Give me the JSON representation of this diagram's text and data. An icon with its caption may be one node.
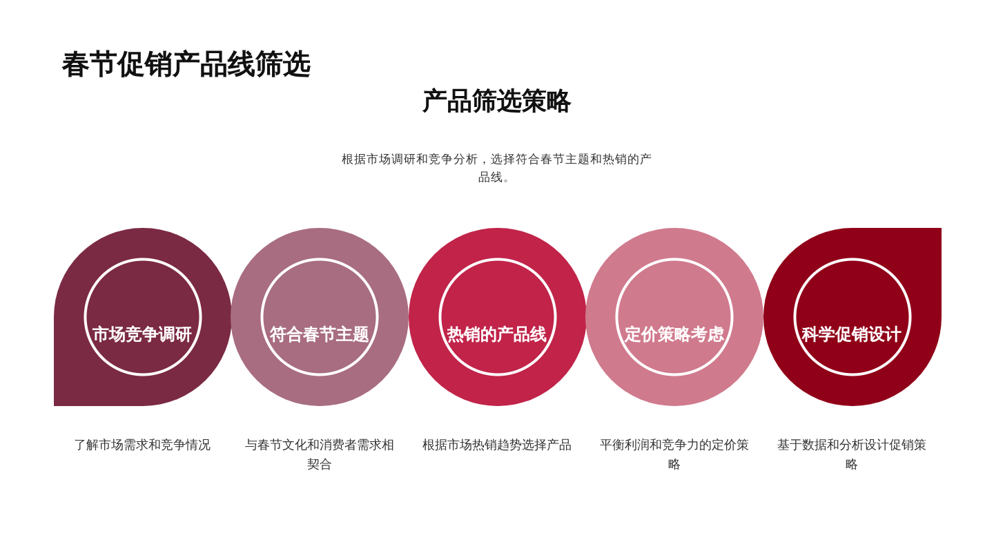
{
  "diagram": {
    "title": "春节促销产品线筛选",
    "nodes": [
      {
        "text": [
          "市场竞争调研"
        ],
        "beside": [
          "了解市场需求和竞争情况"
        ]
      },
      {
        "text": [
          "符合春节主题"
        ],
        "beside": [
          "与春节文化和消费者需求相契合"
        ]
      },
      {
        "text": [
          "热销的产品线"
        ],
        "beside": [
          "根据市场热销趋势选择产品"
        ]
      },
      {
        "text": [
          "定价策略考虑"
        ],
        "beside": [
          "平衡利润和竞争力的定价策略"
        ]
      },
      {
        "text": [
          "科学促销设计"
        ],
        "beside": [
          "基于数据和分析设计促销策略"
        ]
      }
    ],
    "labels": [
      "产品筛选策略",
      "根据市场调研和竞争分析，选择符合春节主题和热销的产品线。"
    ]
  }
}
